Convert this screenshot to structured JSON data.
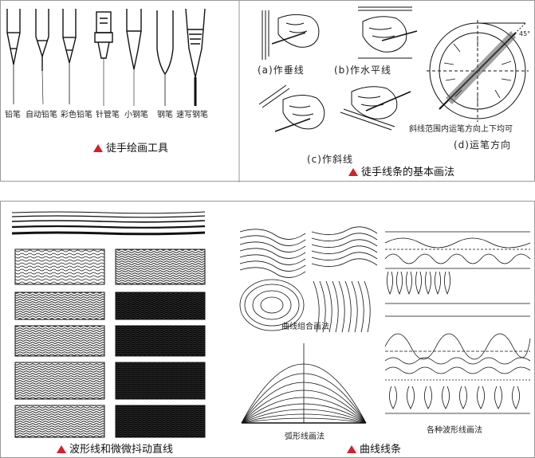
{
  "tools": {
    "labels": [
      "铅笔",
      "自动铅笔",
      "彩色铅笔",
      "针管笔",
      "小钢笔",
      "钢笔",
      "速写钢笔"
    ],
    "caption": "徒手绘画工具"
  },
  "basics": {
    "a": "(a)作垂线",
    "b": "(b)作水平线",
    "c": "(c)作斜线",
    "d": "(d)运笔方向",
    "note": "斜线范围内运笔方向上下均可",
    "angle": "45°",
    "caption": "徒手线条的基本画法"
  },
  "wavy": {
    "caption": "波形线和微微抖动直线"
  },
  "curves": {
    "combo_label": "曲线组合画法",
    "arc_label": "弧形线画法",
    "wave_label": "各种波形线画法",
    "caption": "曲线线条"
  },
  "colors": {
    "accent": "#d4202a",
    "border": "#9a9a9a"
  }
}
